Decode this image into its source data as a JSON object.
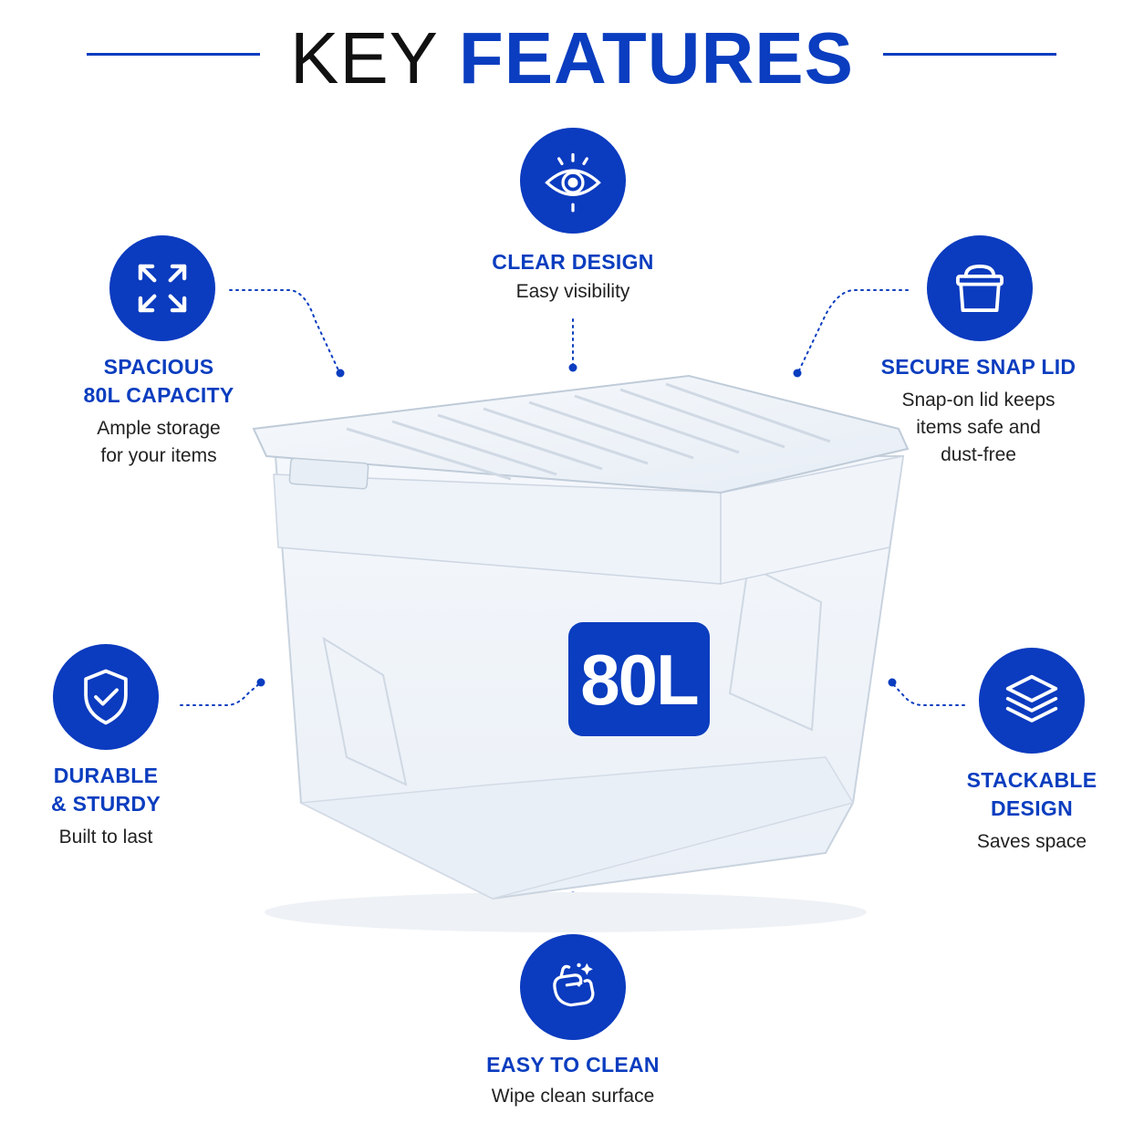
{
  "title": {
    "part1": "KEY",
    "part2": "FEATURES"
  },
  "colors": {
    "accent": "#0a3dbf",
    "icon_bg": "#0b3bbf",
    "text_dark": "#111111"
  },
  "features": {
    "clear_design": {
      "icon": "eye-icon",
      "title": "CLEAR DESIGN",
      "desc": "Easy visibility"
    },
    "capacity": {
      "icon": "expand-arrows-icon",
      "title_line1": "SPACIOUS",
      "title_line2": "80L CAPACITY",
      "desc_line1": "Ample storage",
      "desc_line2": "for your items"
    },
    "snap_lid": {
      "icon": "lid-box-icon",
      "title": "SECURE SNAP LID",
      "desc_line1": "Snap-on lid keeps",
      "desc_line2": "items safe and",
      "desc_line3": "dust-free"
    },
    "durable": {
      "icon": "shield-check-icon",
      "title_line1": "DURABLE",
      "title_line2": "& STURDY",
      "desc": "Built to last"
    },
    "stackable": {
      "icon": "layers-icon",
      "title_line1": "STACKABLE",
      "title_line2": "DESIGN",
      "desc": "Saves space"
    },
    "easy_clean": {
      "icon": "wipe-hand-icon",
      "title": "EASY TO CLEAN",
      "desc": "Wipe clean surface"
    }
  },
  "product": {
    "badge": "80L"
  }
}
